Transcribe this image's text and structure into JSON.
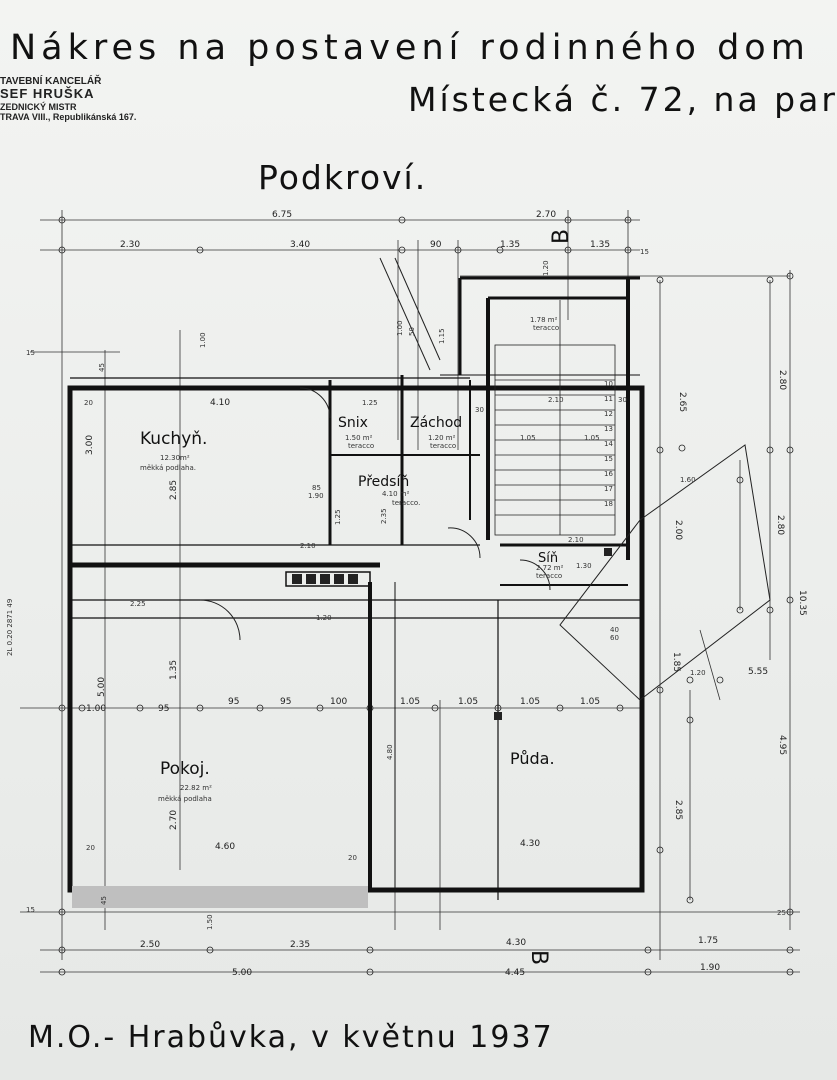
{
  "title_line1": "Nákres na postavení rodinného dom",
  "title_line2": "Místecká č. 72, na par",
  "floor_name": "Podkroví.",
  "footer": "M.O.- Hrabůvka, v květnu 1937",
  "stamp": {
    "line1": "TAVEBNÍ KANCELÁŘ",
    "line2": "SEF HRUŠKA",
    "line3": "ZEDNICKÝ MISTR",
    "line4": "TRAVA VIII., Republikánská 167."
  },
  "rooms": {
    "kuchyn": {
      "name": "Kuchyň.",
      "area": "12.30m²",
      "floor": "měkká podlaha."
    },
    "snix": {
      "name": "Snix",
      "area": "1.50 m²",
      "floor": "teracco"
    },
    "zachod": {
      "name": "Záchod",
      "area": "1.20 m²",
      "floor": "teracco"
    },
    "predsin": {
      "name": "Předsíň",
      "area": "4.10 m²",
      "floor": "teracco."
    },
    "stair_landing": {
      "area": "1.78 m²",
      "floor": "teracco"
    },
    "sin": {
      "name": "Síň",
      "area": "2.72 m²",
      "floor": "teracco"
    },
    "pokoj": {
      "name": "Pokoj.",
      "area": "22.82 m²",
      "floor": "měkká podlaha"
    },
    "puda": {
      "name": "Půda."
    }
  },
  "section_marks": {
    "top": "B",
    "bottom": "B"
  },
  "dimensions": {
    "top_total": "6.75",
    "top_right": "2.70",
    "top_row": [
      "2.30",
      "3.40",
      "90",
      "1.35",
      "1.35"
    ],
    "bottom_row1": [
      "2.50",
      "2.35",
      "4.30",
      "1.75"
    ],
    "bottom_row2": [
      "5.00",
      "4.45",
      "1.90"
    ],
    "right_chain": [
      "2.65",
      "2.80",
      "10.35",
      "4.95",
      "2.80",
      "2.00",
      "1.85",
      "2.85",
      "5.55"
    ],
    "left_chain": [
      "3.00",
      "2.85",
      "5.00",
      "1.35",
      "2.70"
    ],
    "kitchen_width": "4.10",
    "pokoj_width": "4.60",
    "puda_width": "4.30",
    "mid_row": [
      "1.00",
      "95",
      "95",
      "95",
      "100",
      "1.05",
      "1.05",
      "1.05",
      "1.05"
    ],
    "misc": [
      "1.25",
      "2.10",
      "2.10",
      "1.05",
      "1.05",
      "2.35",
      "1.25",
      "4.80",
      "1.60",
      "2.25",
      "1.20",
      "1.20",
      "1.30",
      "2.10",
      "1.50",
      "85",
      "1.90",
      "20",
      "20",
      "20",
      "15",
      "15",
      "45",
      "45",
      "30",
      "30",
      "40",
      "60",
      "50",
      "1.00",
      "1.20",
      "1.15",
      "1.00",
      "25",
      "15"
    ]
  },
  "stair_steps": [
    "10",
    "11",
    "12",
    "13",
    "14",
    "15",
    "16",
    "17",
    "18"
  ],
  "margin_note": "2L 0.20 2871 49"
}
